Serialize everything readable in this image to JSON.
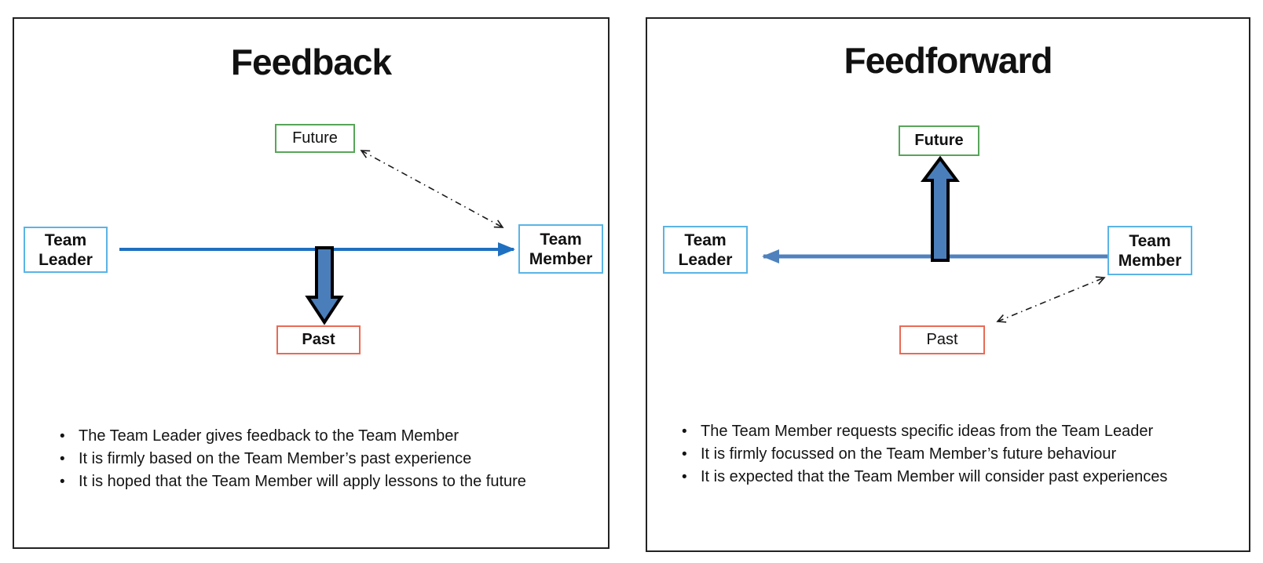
{
  "colors": {
    "panel-border": "#222222",
    "box-blue": "#5ab4e5",
    "box-green": "#57a559",
    "box-red": "#e96a55",
    "arrow-blue": "#1f70c1",
    "arrow-blue-muted": "#4f81bd",
    "block-arrow-fill": "#4a7ebb",
    "arrow-outline": "#000000",
    "dash-color": "#1a1a1a",
    "text": "#141414"
  },
  "panels": [
    {
      "title": "Feedback",
      "boxes": {
        "future": "Future",
        "past": "Past",
        "team_leader": "Team Leader",
        "team_member": "Team Member"
      },
      "bullets": [
        "The Team Leader gives feedback to the Team Member",
        "It is firmly based on the Team Member’s past experience",
        "It is hoped that the Team Member will apply lessons to the future"
      ]
    },
    {
      "title": "Feedforward",
      "boxes": {
        "future": "Future",
        "past": "Past",
        "team_leader": "Team Leader",
        "team_member": "Team Member"
      },
      "bullets": [
        "The Team Member requests specific ideas from the Team Leader",
        "It is firmly focussed on the Team Member’s future behaviour",
        "It is expected that the Team Member will consider past experiences"
      ]
    }
  ]
}
